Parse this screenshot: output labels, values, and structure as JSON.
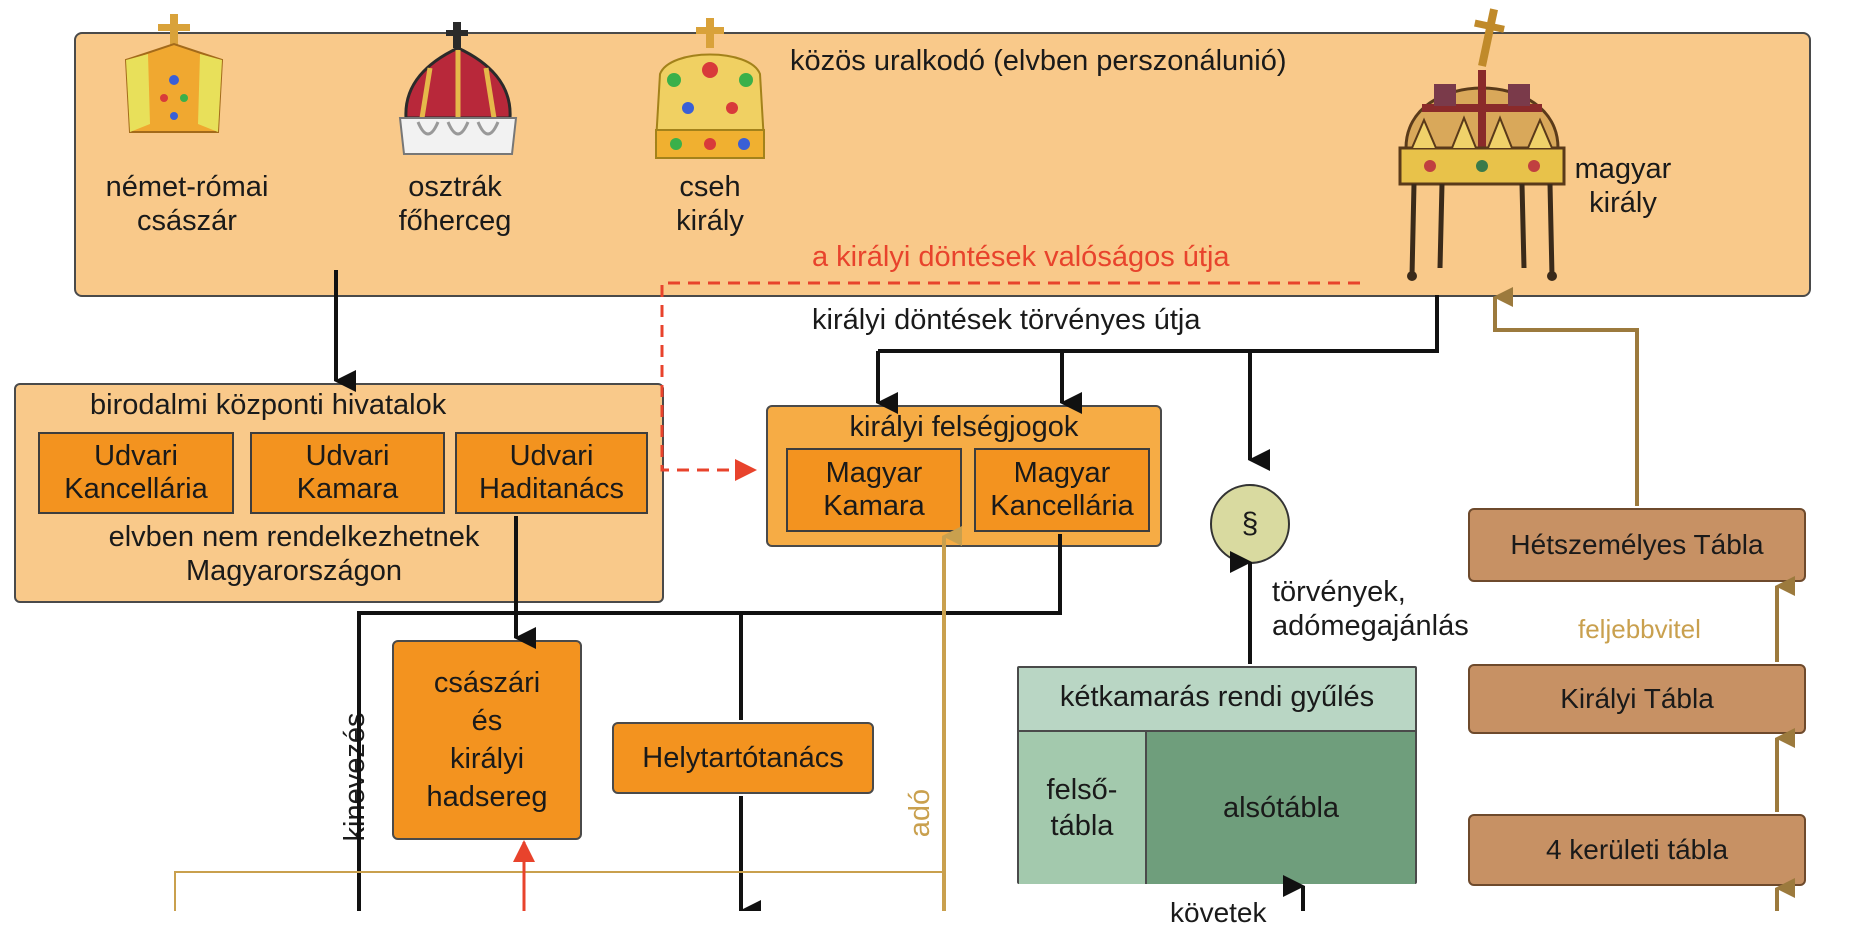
{
  "top": {
    "common_ruler": "közös uralkodó (elvben perszonálunió)",
    "rulers": [
      {
        "line1": "német-római",
        "line2": "császár",
        "icon": "imperial-crown-icon"
      },
      {
        "line1": "osztrák",
        "line2": "főherceg",
        "icon": "archducal-hat-icon"
      },
      {
        "line1": "cseh",
        "line2": "király",
        "icon": "bohemian-crown-icon"
      },
      {
        "line1": "magyar",
        "line2": "király",
        "icon": "holy-crown-icon"
      }
    ],
    "real_path": "a királyi döntések valóságos útja"
  },
  "legal_path": "királyi döntések törvényes útja",
  "imperial_offices": {
    "title": "birodalmi központi hivatalok",
    "items": [
      {
        "l1": "Udvari",
        "l2": "Kancellária"
      },
      {
        "l1": "Udvari",
        "l2": "Kamara"
      },
      {
        "l1": "Udvari",
        "l2": "Haditanács"
      }
    ],
    "note1": "elvben nem rendelkezhetnek",
    "note2": "Magyarországon"
  },
  "royal_rights": {
    "title": "királyi felségjogok",
    "items": [
      {
        "l1": "Magyar",
        "l2": "Kamara"
      },
      {
        "l1": "Magyar",
        "l2": "Kancellária"
      }
    ]
  },
  "law_symbol": "§",
  "laws_label": {
    "l1": "törvények,",
    "l2": "adómegajánlás"
  },
  "army": {
    "l1": "császári",
    "l2": "és",
    "l3": "királyi",
    "l4": "hadsereg"
  },
  "governor_council": "Helytartótanács",
  "appointment": "kinevezés",
  "tax": "adó",
  "diet": {
    "title": "kétkamarás rendi gyűlés",
    "upper_l1": "felső-",
    "upper_l2": "tábla",
    "lower": "alsótábla"
  },
  "courts": {
    "septemviral": "Hétszemélyes Tábla",
    "appeal": "feljebbvitel",
    "royal": "Királyi Tábla",
    "district": "4 kerületi tábla"
  },
  "partial_bottom": "követek",
  "colors": {
    "panel_light": "#f9c98a",
    "panel_orange": "#f6ac45",
    "box_orange": "#f3931f",
    "red_dashed": "#e8432c",
    "tax_gold": "#c9a04e",
    "brown": "#c79164",
    "arrow_brown": "#9c7a3d",
    "green_header": "#b9d6c4",
    "green_light": "#a3c9ad",
    "green_dark": "#6f9e7c",
    "law_circle": "#d9daa0"
  }
}
